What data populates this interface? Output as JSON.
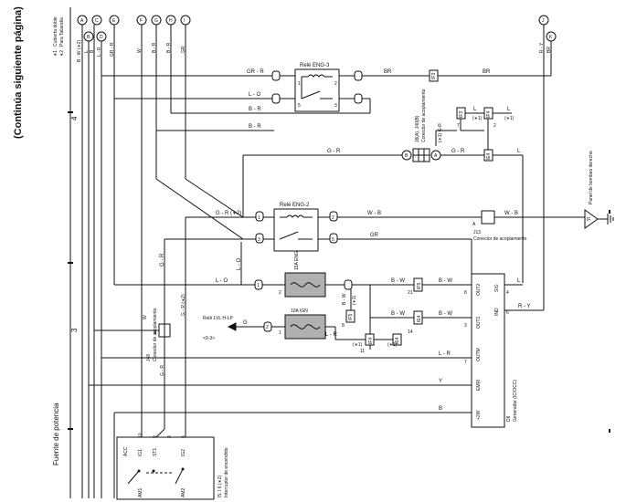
{
  "page": {
    "continues_label": "(Continúa siguiente página)",
    "power_source_label": "Fuente de potencia",
    "notes": [
      "∗1 : Cubierta doble",
      "∗2 : Para Tailandia"
    ],
    "left_ruler": [
      "4",
      "3"
    ]
  },
  "left_wires": [
    "B - W (∗2)",
    "L",
    "B",
    "L - R",
    "W"
  ],
  "terminals_top": [
    "A",
    "B",
    "C",
    "D",
    "E",
    "F",
    "G",
    "H",
    "I",
    "J",
    "K"
  ],
  "top_wire_labels": [
    "GR - R",
    "W",
    "B - R",
    "B - R",
    "GR",
    "R - Y",
    "BR"
  ],
  "relay_eng3": {
    "name": "Relé ENG-3",
    "left_wires": [
      "GR - R",
      "L - O",
      "B - R",
      "B - R"
    ],
    "right_wire": "BR",
    "pins": [
      "1",
      "2",
      "5",
      "3"
    ]
  },
  "connector_j8": {
    "name": "J8(A), J40(B)",
    "desc": "Conector de acoplamiento",
    "code": "(∗1) G-R",
    "pins": [
      "B",
      "A"
    ],
    "g_r_label": "G - R"
  },
  "right_side": {
    "ground_label": "Panel de bombeo derecho",
    "ground_id": "IF",
    "connector_j13": "J13",
    "connector_j13_desc": "Conector de acoplamiento",
    "j13_pin": "A",
    "j13_wire": "W - B",
    "wires": [
      "L",
      "G - R",
      "L",
      "BR",
      "L",
      "R - Y"
    ],
    "ifs": [
      "IF3",
      "IF4",
      "IE4"
    ],
    "if_labels": [
      "(∗1)",
      "(∗1)"
    ],
    "if_pins": [
      "7",
      "2"
    ]
  },
  "relay_eng2": {
    "name": "Relé ENG-2",
    "left_wires": [
      "G - R (∗2)",
      "G - R"
    ],
    "right_wires": [
      "W - B",
      "GR"
    ],
    "pins": [
      "1",
      "2",
      "3",
      "5"
    ]
  },
  "fuse_eng": {
    "name": "15A ENG",
    "left_wire": "L - O",
    "right_wires": [
      "B - W",
      "B - W"
    ],
    "pins": [
      "1",
      "2"
    ]
  },
  "fuse_ign": {
    "name": "10A IGN",
    "left_wire": "G",
    "right_wires": [
      "L - R",
      "B - W",
      "B - W"
    ],
    "pins": [
      "1",
      "2"
    ]
  },
  "relay_lvl": {
    "name": "Relé LVL H-LP",
    "ref": "<9-3>"
  },
  "connector_j48": {
    "name": "J48",
    "desc": "Conector de acoplamiento",
    "pin": "A",
    "wires": [
      "G - R",
      "G - R (∗2)",
      "W",
      "G - R"
    ]
  },
  "mid_ifs": {
    "labels": [
      "IF5",
      "IF4",
      "IE4",
      "IE4"
    ],
    "pins": [
      "8",
      "21",
      "14",
      "11"
    ],
    "notes": [
      "(∗1)",
      "(∗1)",
      "(∗1)"
    ]
  },
  "generator": {
    "name": "D8",
    "desc": "Generador (IC/OCC)",
    "terminals": [
      "OUT2",
      "OUT1",
      "OUTM",
      "EMRI",
      "+2W",
      "IND",
      "SIG"
    ],
    "pins": [
      "8",
      "3",
      "7",
      "4",
      "6"
    ],
    "wires": [
      "L - R",
      "Y",
      "B"
    ]
  },
  "ignition_switch": {
    "name": "I5, I 6 (∗2)",
    "desc": "Interruptor de encendido",
    "terminals": [
      "ACC",
      "IG1",
      "ST1",
      "IG2",
      "AM1",
      "AM2"
    ],
    "pins": [
      "10",
      "9",
      "8",
      "6"
    ]
  }
}
